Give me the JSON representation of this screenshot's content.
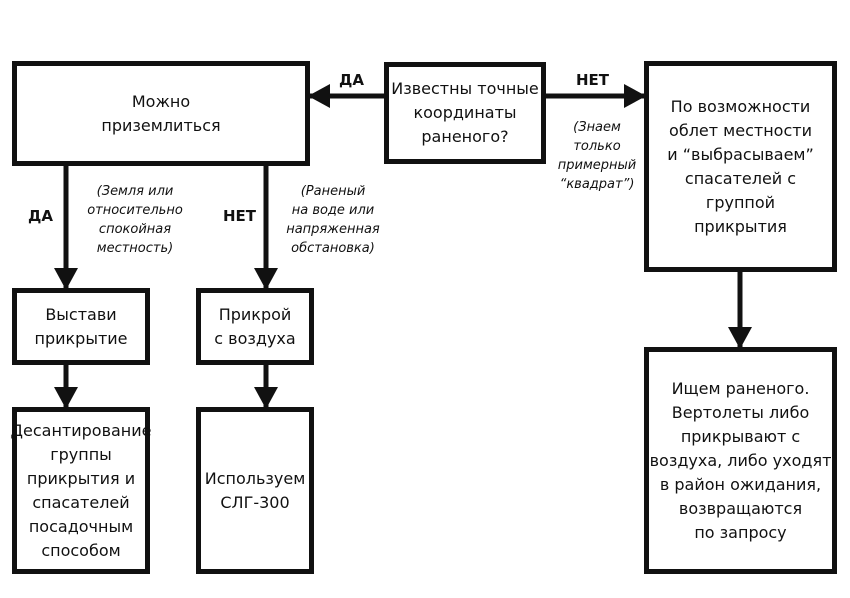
{
  "boxes": {
    "center": "Известны точные\nкоординаты\nраненого?",
    "land": "Можно\nприземлиться",
    "overfly": "По возможности\nоблет местности\nи “выбрасываем”\nспасателей с группой\nприкрытия",
    "cover": "Выстави\nприкрытие",
    "air_cover": "Прикрой\nс воздуха",
    "landing": "Десантирование\nгруппы\nприкрытия и\nспасателей\nпосадочным\nспособом",
    "slg": "Используем\nСЛГ-300",
    "search": "Ищем раненого.\nВертолеты либо\nприкрывают с\nвоздуха, либо уходят\nв район ожидания,\nвозвращаются\nпо запросу"
  },
  "labels": {
    "yes_top": "ДА",
    "no_top": "НЕТ",
    "yes_left": "ДА",
    "no_left": "НЕТ"
  },
  "notes": {
    "approx": "(Знаем\nтолько\nпримерный\n“квадрат”)",
    "ground": "(Земля или\nотносительно\nспокойная\nместность)",
    "water": "(Раненый\nна воде или\nнапряженная\nобстановка)"
  }
}
